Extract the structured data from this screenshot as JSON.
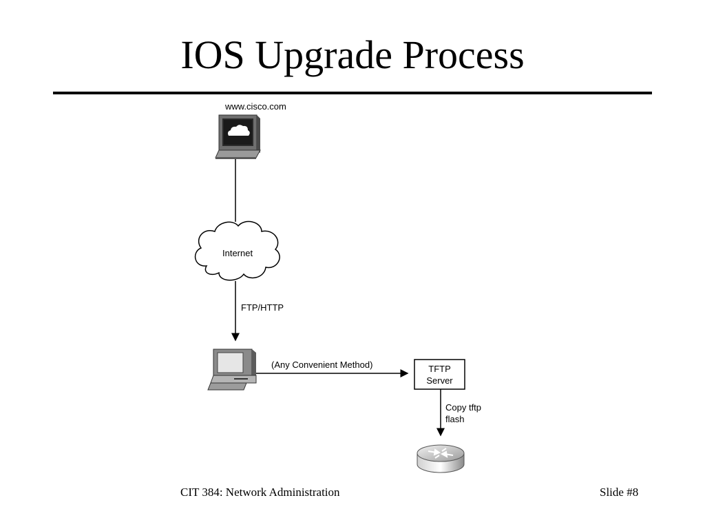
{
  "slide": {
    "title": "IOS Upgrade Process",
    "footer_course": "CIT 384: Network Administration",
    "footer_slide": "Slide #8"
  },
  "diagram": {
    "cisco_site_label": "www.cisco.com",
    "internet_label": "Internet",
    "download_protocol_label": "FTP/HTTP",
    "transfer_method_label": "(Any Convenient Method)",
    "tftp_server_line1": "TFTP",
    "tftp_server_line2": "Server",
    "copy_command_line1": "Copy tftp",
    "copy_command_line2": "flash",
    "icons": [
      "web-server-computer-icon",
      "internet-cloud-icon",
      "workstation-computer-icon",
      "tftp-server-box",
      "router-icon"
    ]
  }
}
